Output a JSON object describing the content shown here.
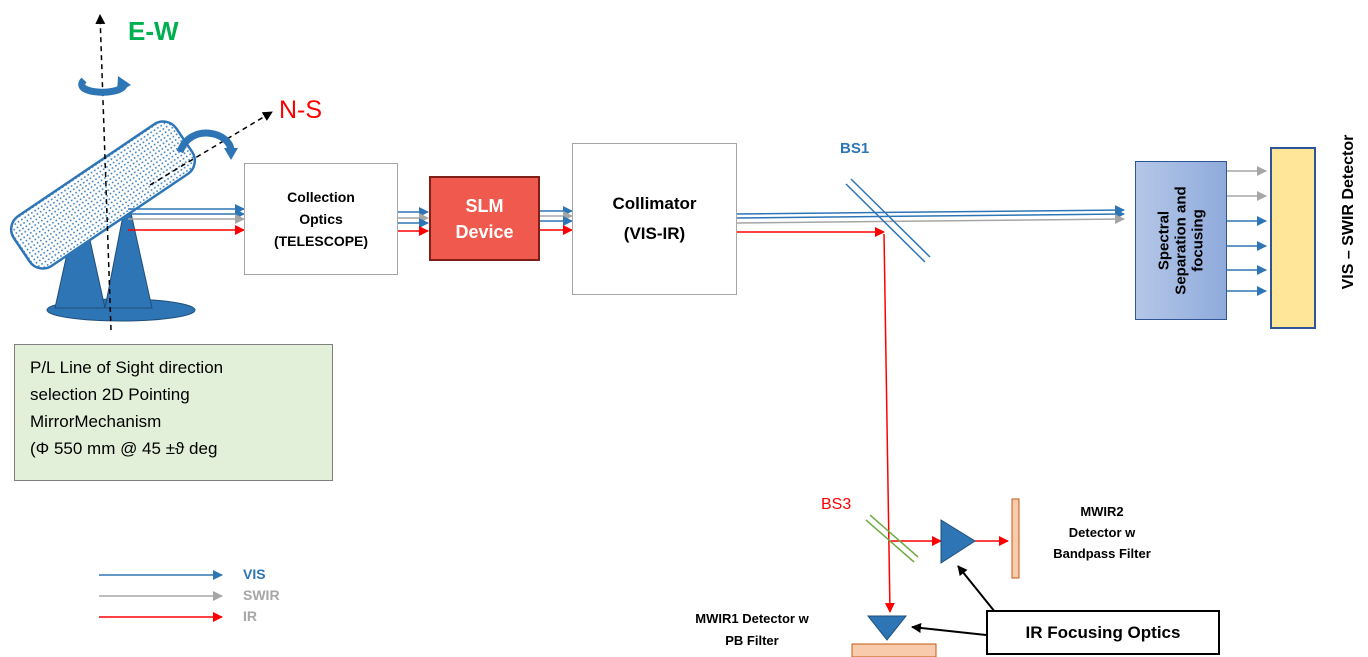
{
  "axes": {
    "ew": "E-W",
    "ns": "N-S"
  },
  "boxes": {
    "collection": {
      "line1": "Collection",
      "line2": "Optics",
      "line3": "(TELESCOPE)"
    },
    "slm": {
      "line1": "SLM",
      "line2": "Device"
    },
    "collimator": {
      "line1": "Collimator",
      "line2": "(VIS-IR)"
    },
    "spectral": {
      "line1": "Spectral",
      "line2": "Separation and",
      "line3": "focusing"
    },
    "detector_label": "VIS – SWIR Detector",
    "pointing": {
      "line1": "P/L Line of Sight direction",
      "line2": "selection 2D Pointing",
      "line3": "MirrorMechanism",
      "line4": "(Φ 550 mm @ 45 ±ϑ deg"
    },
    "ir_focusing": "IR Focusing Optics"
  },
  "beamsplitters": {
    "bs1": "BS1",
    "bs3": "BS3"
  },
  "detectors": {
    "mwir2": {
      "line1": "MWIR2",
      "line2": "Detector  w",
      "line3": "Bandpass Filter"
    },
    "mwir1": {
      "line1": "MWIR1 Detector w",
      "line2": "PB Filter"
    }
  },
  "legend": [
    {
      "label": "VIS",
      "color": "#2e75b6"
    },
    {
      "label": "SWIR",
      "color": "#a6a6a6"
    },
    {
      "label": "IR",
      "color": "#ff0000"
    }
  ],
  "colors": {
    "vis": "#2e75b6",
    "swir": "#a6a6a6",
    "ir": "#ff0000",
    "ew": "#00b050",
    "ns": "#ff0000",
    "slm": "#f05a4e",
    "spectral": "#9db3e0",
    "detector": "#ffe699",
    "pointing": "#e2f0d9"
  }
}
